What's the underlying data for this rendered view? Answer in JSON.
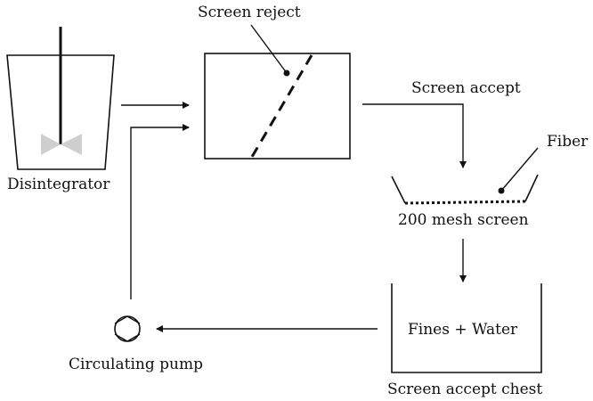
{
  "labels": {
    "screen_reject": "Screen reject",
    "screen_accept": "Screen accept",
    "fiber": "Fiber",
    "disintegrator": "Disintegrator",
    "mesh_screen": "200 mesh screen",
    "fines_water": "Fines + Water",
    "circulating_pump": "Circulating pump",
    "accept_chest": "Screen accept chest"
  },
  "colors": {
    "line": "#111111",
    "impeller": "#cfcfcf"
  }
}
